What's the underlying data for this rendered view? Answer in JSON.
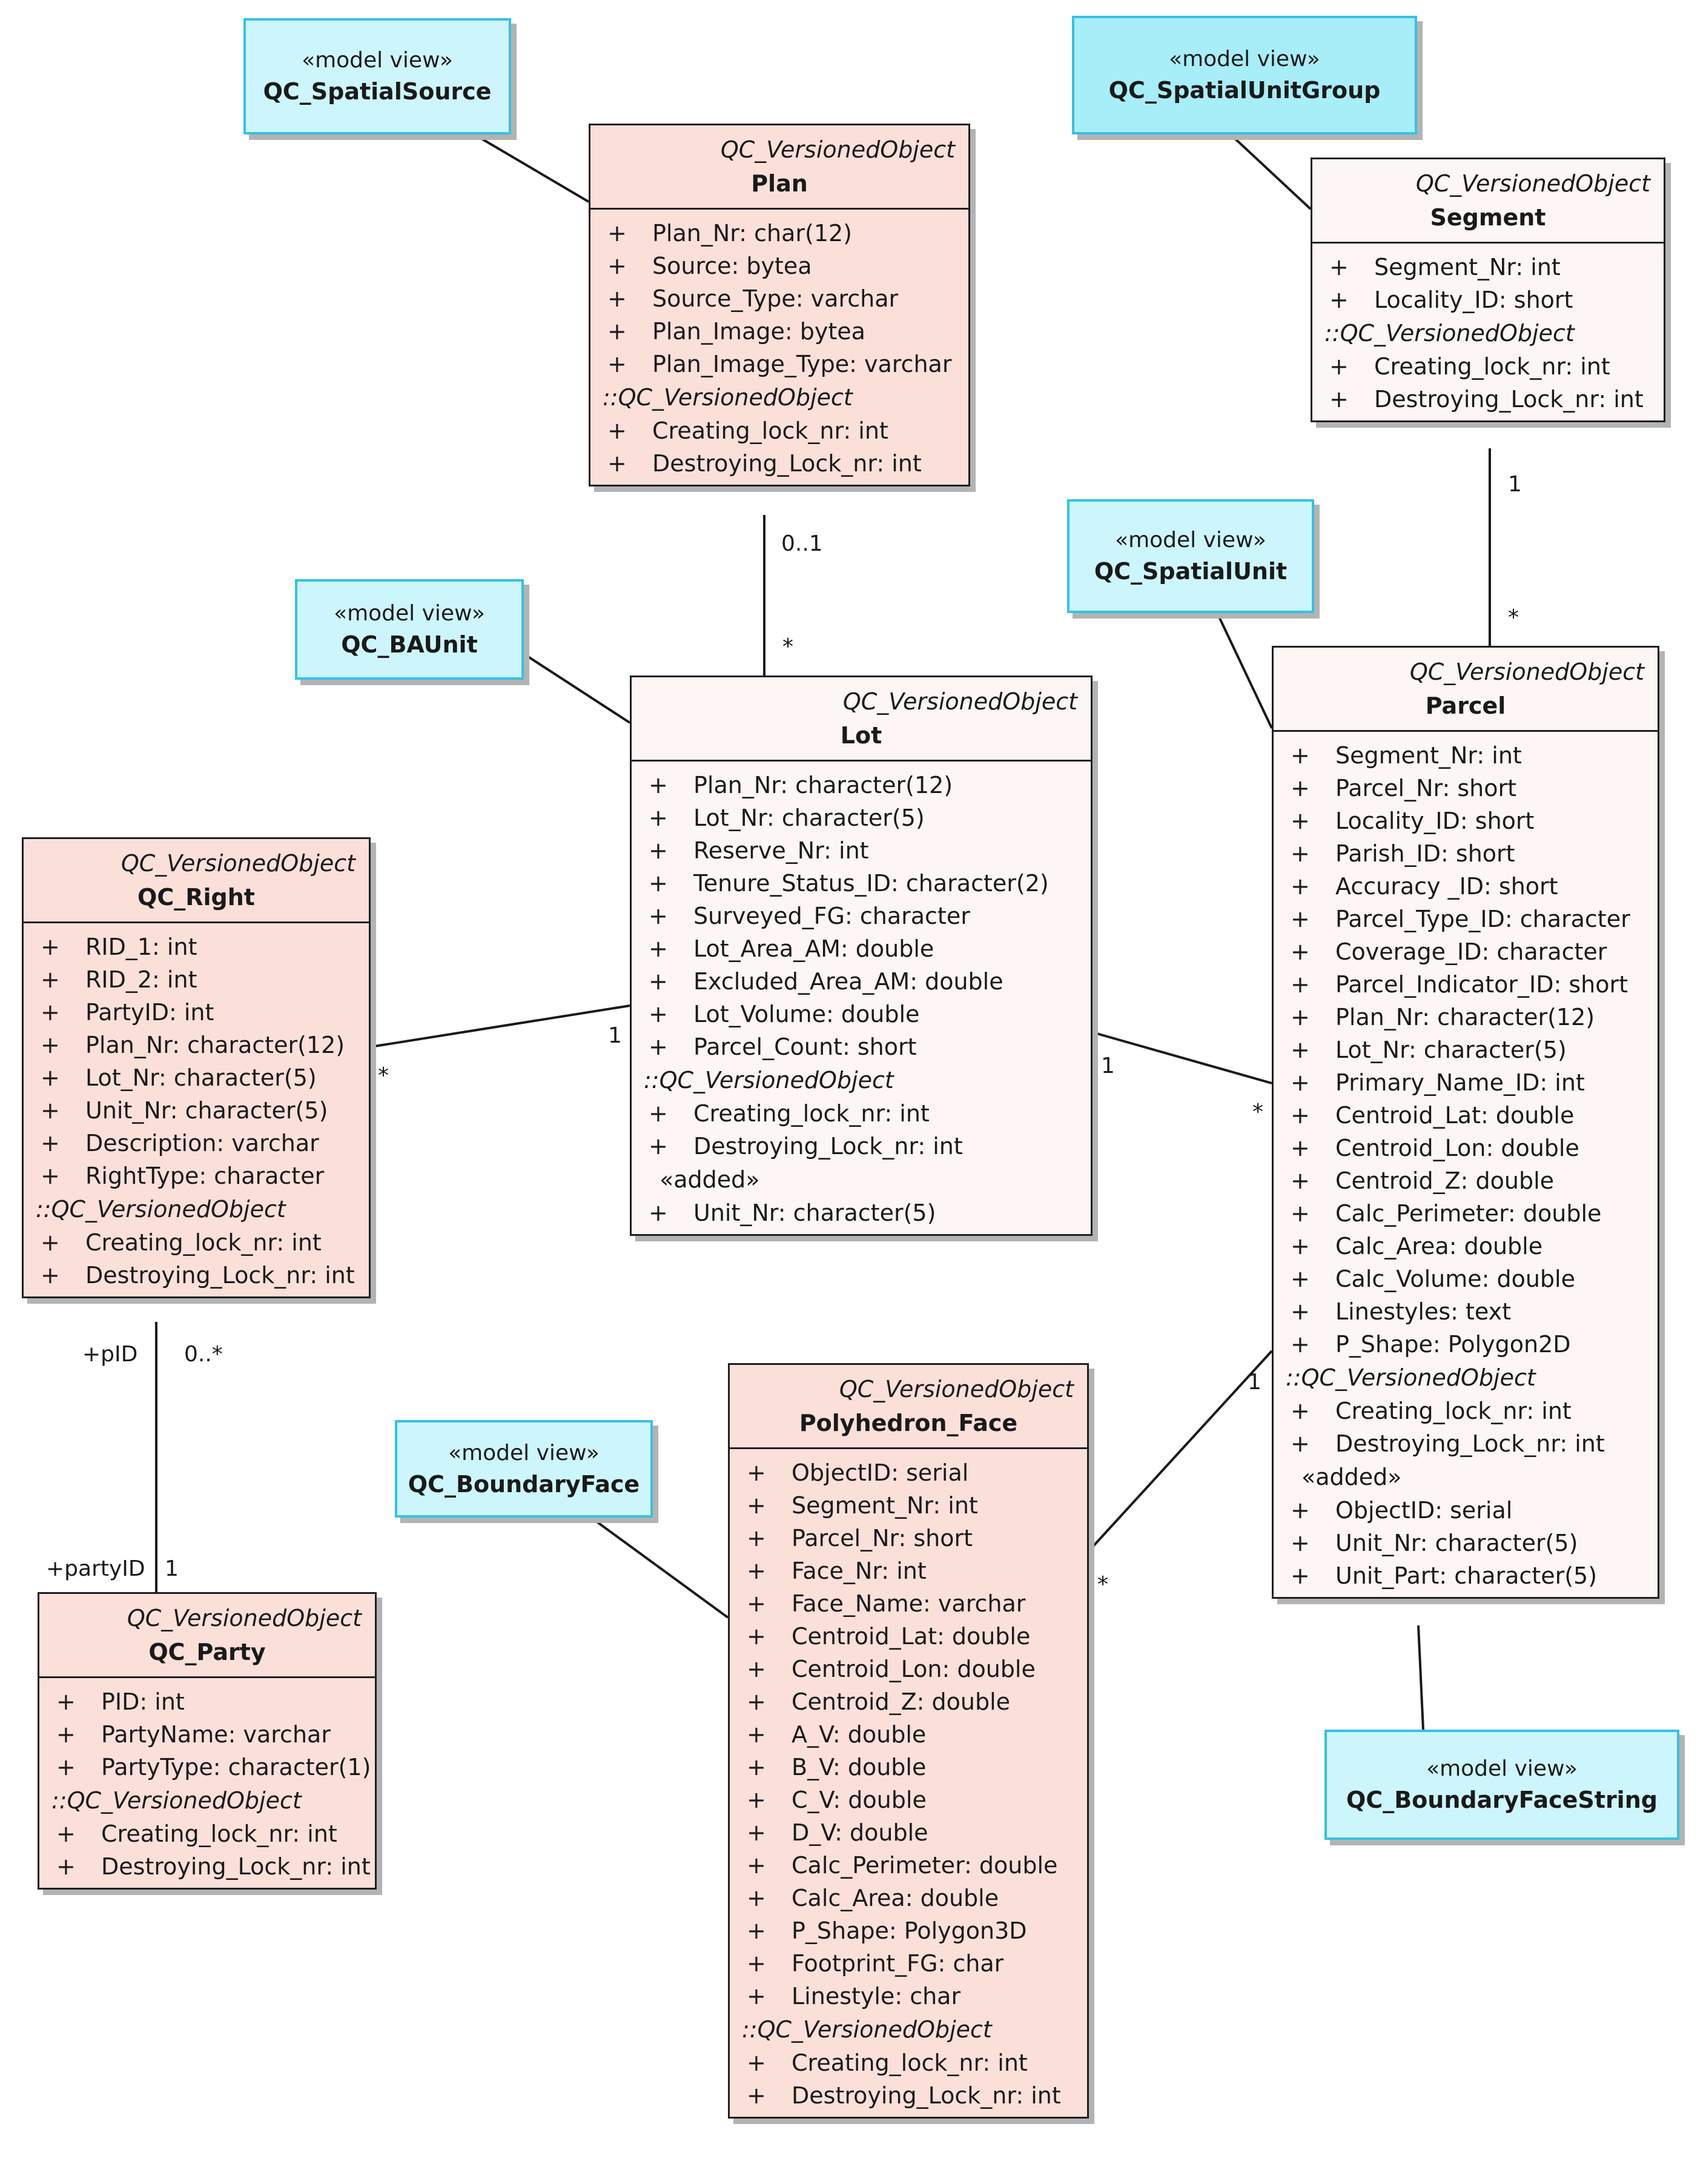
{
  "views": [
    {
      "id": "spatialsource",
      "stereotype": "«model view»",
      "name": "QC_SpatialSource"
    },
    {
      "id": "spatialunitgroup",
      "stereotype": "«model view»",
      "name": "QC_SpatialUnitGroup"
    },
    {
      "id": "spatialunit",
      "stereotype": "«model view»",
      "name": "QC_SpatialUnit"
    },
    {
      "id": "baunit",
      "stereotype": "«model view»",
      "name": "QC_BAUnit"
    },
    {
      "id": "boundaryface",
      "stereotype": "«model view»",
      "name": "QC_BoundaryFace"
    },
    {
      "id": "boundaryfacestring",
      "stereotype": "«model view»",
      "name": "QC_BoundaryFaceString"
    }
  ],
  "classes": [
    {
      "id": "plan",
      "base": "QC_VersionedObject",
      "name": "Plan",
      "attributes": [
        {
          "vis": "+",
          "text": "Plan_Nr: char(12)"
        },
        {
          "vis": "+",
          "text": "Source: bytea"
        },
        {
          "vis": "+",
          "text": "Source_Type: varchar"
        },
        {
          "vis": "+",
          "text": "Plan_Image: bytea"
        },
        {
          "vis": "+",
          "text": "Plan_Image_Type: varchar"
        }
      ],
      "inherited_label": "::QC_VersionedObject",
      "inherited": [
        {
          "vis": "+",
          "text": "Creating_lock_nr: int"
        },
        {
          "vis": "+",
          "text": "Destroying_Lock_nr: int"
        }
      ]
    },
    {
      "id": "segment",
      "base": "QC_VersionedObject",
      "name": "Segment",
      "attributes": [
        {
          "vis": "+",
          "text": "Segment_Nr: int"
        },
        {
          "vis": "+",
          "text": "Locality_ID: short"
        }
      ],
      "inherited_label": "::QC_VersionedObject",
      "inherited": [
        {
          "vis": "+",
          "text": "Creating_lock_nr: int"
        },
        {
          "vis": "+",
          "text": "Destroying_Lock_nr: int"
        }
      ]
    },
    {
      "id": "lot",
      "base": "QC_VersionedObject",
      "name": "Lot",
      "attributes": [
        {
          "vis": "+",
          "text": "Plan_Nr: character(12)"
        },
        {
          "vis": "+",
          "text": "Lot_Nr: character(5)"
        },
        {
          "vis": "+",
          "text": "Reserve_Nr: int"
        },
        {
          "vis": "+",
          "text": "Tenure_Status_ID: character(2)"
        },
        {
          "vis": "+",
          "text": "Surveyed_FG: character"
        },
        {
          "vis": "+",
          "text": "Lot_Area_AM: double"
        },
        {
          "vis": "+",
          "text": "Excluded_Area_AM: double"
        },
        {
          "vis": "+",
          "text": "Lot_Volume: double"
        },
        {
          "vis": "+",
          "text": "Parcel_Count: short"
        }
      ],
      "inherited_label": "::QC_VersionedObject",
      "inherited": [
        {
          "vis": "+",
          "text": "Creating_lock_nr: int"
        },
        {
          "vis": "+",
          "text": "Destroying_Lock_nr: int"
        }
      ],
      "added_label": "«added»",
      "added": [
        {
          "vis": "+",
          "text": "Unit_Nr: character(5)"
        }
      ]
    },
    {
      "id": "parcel",
      "base": "QC_VersionedObject",
      "name": "Parcel",
      "attributes": [
        {
          "vis": "+",
          "text": "Segment_Nr: int"
        },
        {
          "vis": "+",
          "text": "Parcel_Nr: short"
        },
        {
          "vis": "+",
          "text": "Locality_ID: short"
        },
        {
          "vis": "+",
          "text": "Parish_ID: short"
        },
        {
          "vis": "+",
          "text": "Accuracy _ID: short"
        },
        {
          "vis": "+",
          "text": "Parcel_Type_ID: character"
        },
        {
          "vis": "+",
          "text": "Coverage_ID: character"
        },
        {
          "vis": "+",
          "text": "Parcel_Indicator_ID: short"
        },
        {
          "vis": "+",
          "text": "Plan_Nr: character(12)"
        },
        {
          "vis": "+",
          "text": "Lot_Nr: character(5)"
        },
        {
          "vis": "+",
          "text": "Primary_Name_ID: int"
        },
        {
          "vis": "+",
          "text": "Centroid_Lat: double"
        },
        {
          "vis": "+",
          "text": "Centroid_Lon: double"
        },
        {
          "vis": "+",
          "text": "Centroid_Z: double"
        },
        {
          "vis": "+",
          "text": "Calc_Perimeter: double"
        },
        {
          "vis": "+",
          "text": "Calc_Area: double"
        },
        {
          "vis": "+",
          "text": "Calc_Volume: double"
        },
        {
          "vis": "+",
          "text": "Linestyles: text"
        },
        {
          "vis": "+",
          "text": "P_Shape: Polygon2D"
        }
      ],
      "inherited_label": "::QC_VersionedObject",
      "inherited": [
        {
          "vis": "+",
          "text": "Creating_lock_nr: int"
        },
        {
          "vis": "+",
          "text": "Destroying_Lock_nr: int"
        }
      ],
      "added_label": "«added»",
      "added": [
        {
          "vis": "+",
          "text": "ObjectID: serial"
        },
        {
          "vis": "+",
          "text": "Unit_Nr: character(5)"
        },
        {
          "vis": "+",
          "text": "Unit_Part: character(5)"
        }
      ]
    },
    {
      "id": "right",
      "base": "QC_VersionedObject",
      "name": "QC_Right",
      "attributes": [
        {
          "vis": "+",
          "text": "RID_1: int"
        },
        {
          "vis": "+",
          "text": "RID_2: int"
        },
        {
          "vis": "+",
          "text": "PartyID: int"
        },
        {
          "vis": "+",
          "text": "Plan_Nr: character(12)"
        },
        {
          "vis": "+",
          "text": "Lot_Nr: character(5)"
        },
        {
          "vis": "+",
          "text": "Unit_Nr: character(5)"
        },
        {
          "vis": "+",
          "text": "Description: varchar"
        },
        {
          "vis": "+",
          "text": "RightType: character"
        }
      ],
      "inherited_label": "::QC_VersionedObject",
      "inherited": [
        {
          "vis": "+",
          "text": "Creating_lock_nr: int"
        },
        {
          "vis": "+",
          "text": "Destroying_Lock_nr: int"
        }
      ]
    },
    {
      "id": "party",
      "base": "QC_VersionedObject",
      "name": "QC_Party",
      "attributes": [
        {
          "vis": "+",
          "text": "PID: int"
        },
        {
          "vis": "+",
          "text": "PartyName: varchar"
        },
        {
          "vis": "+",
          "text": "PartyType: character(1)"
        }
      ],
      "inherited_label": "::QC_VersionedObject",
      "inherited": [
        {
          "vis": "+",
          "text": "Creating_lock_nr: int"
        },
        {
          "vis": "+",
          "text": "Destroying_Lock_nr: int"
        }
      ]
    },
    {
      "id": "polyface",
      "base": "QC_VersionedObject",
      "name": "Polyhedron_Face",
      "attributes": [
        {
          "vis": "+",
          "text": "ObjectID: serial"
        },
        {
          "vis": "+",
          "text": "Segment_Nr: int"
        },
        {
          "vis": "+",
          "text": "Parcel_Nr: short"
        },
        {
          "vis": "+",
          "text": "Face_Nr: int"
        },
        {
          "vis": "+",
          "text": "Face_Name: varchar"
        },
        {
          "vis": "+",
          "text": "Centroid_Lat: double"
        },
        {
          "vis": "+",
          "text": "Centroid_Lon: double"
        },
        {
          "vis": "+",
          "text": "Centroid_Z: double"
        },
        {
          "vis": "+",
          "text": "A_V: double"
        },
        {
          "vis": "+",
          "text": "B_V: double"
        },
        {
          "vis": "+",
          "text": "C_V: double"
        },
        {
          "vis": "+",
          "text": "D_V: double"
        },
        {
          "vis": "+",
          "text": "Calc_Perimeter: double"
        },
        {
          "vis": "+",
          "text": "Calc_Area: double"
        },
        {
          "vis": "+",
          "text": "P_Shape: Polygon3D"
        },
        {
          "vis": "+",
          "text": "Footprint_FG: char"
        },
        {
          "vis": "+",
          "text": "Linestyle: char"
        }
      ],
      "inherited_label": "::QC_VersionedObject",
      "inherited": [
        {
          "vis": "+",
          "text": "Creating_lock_nr: int"
        },
        {
          "vis": "+",
          "text": "Destroying_Lock_nr: int"
        }
      ]
    }
  ],
  "multiplicities": {
    "plan_lot_plan": "0..1",
    "plan_lot_lot": "*",
    "segment_parcel_segment": "1",
    "segment_parcel_parcel": "*",
    "right_lot_right": "*",
    "right_lot_lot": "1",
    "lot_parcel_lot": "1",
    "lot_parcel_parcel": "*",
    "right_party_role_right": "+pID",
    "right_party_mult_right": "0..*",
    "right_party_role_party": "+partyID",
    "right_party_mult_party": "1",
    "parcel_face_parcel": "1",
    "parcel_face_face": "*"
  }
}
